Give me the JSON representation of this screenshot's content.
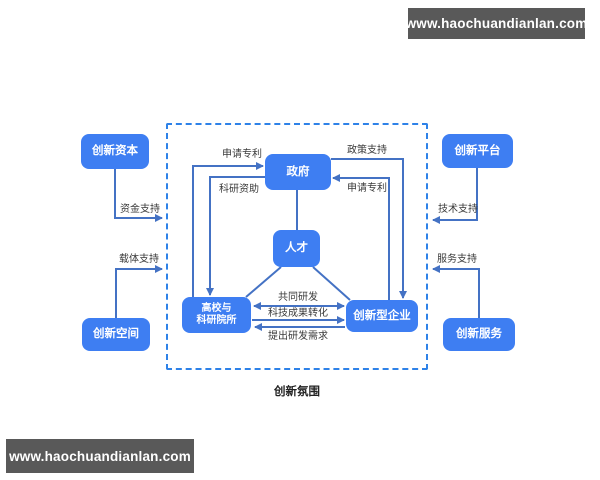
{
  "colors": {
    "background": "#ffffff",
    "node_fill": "#3e7ef2",
    "node_text": "#ffffff",
    "line": "#4472c4",
    "dashed_border": "#2e82e8",
    "label_text": "#3a3a3a",
    "watermark_bg": "#595959",
    "watermark_text": "#ffffff"
  },
  "watermarks": {
    "top": "www.haochuandianlan.com",
    "bottom": "www.haochuandianlan.com"
  },
  "nodes": {
    "government": "政府",
    "talent": "人才",
    "university_line1": "高校与",
    "university_line2": "科研院所",
    "enterprise": "创新型企业",
    "capital": "创新资本",
    "space": "创新空间",
    "platform": "创新平台",
    "service": "创新服务"
  },
  "edges": {
    "apply_patent_left": "申请专利",
    "research_funding": "科研资助",
    "policy_support": "政策支持",
    "apply_patent_right": "申请专利",
    "funding_support": "资金支持",
    "carrier_support": "载体支持",
    "tech_support": "技术支持",
    "service_support": "服务支持",
    "joint_rd": "共同研发",
    "achievements_transfer": "科技成果转化",
    "rd_demand": "提出研发需求"
  },
  "caption": "创新氛围"
}
